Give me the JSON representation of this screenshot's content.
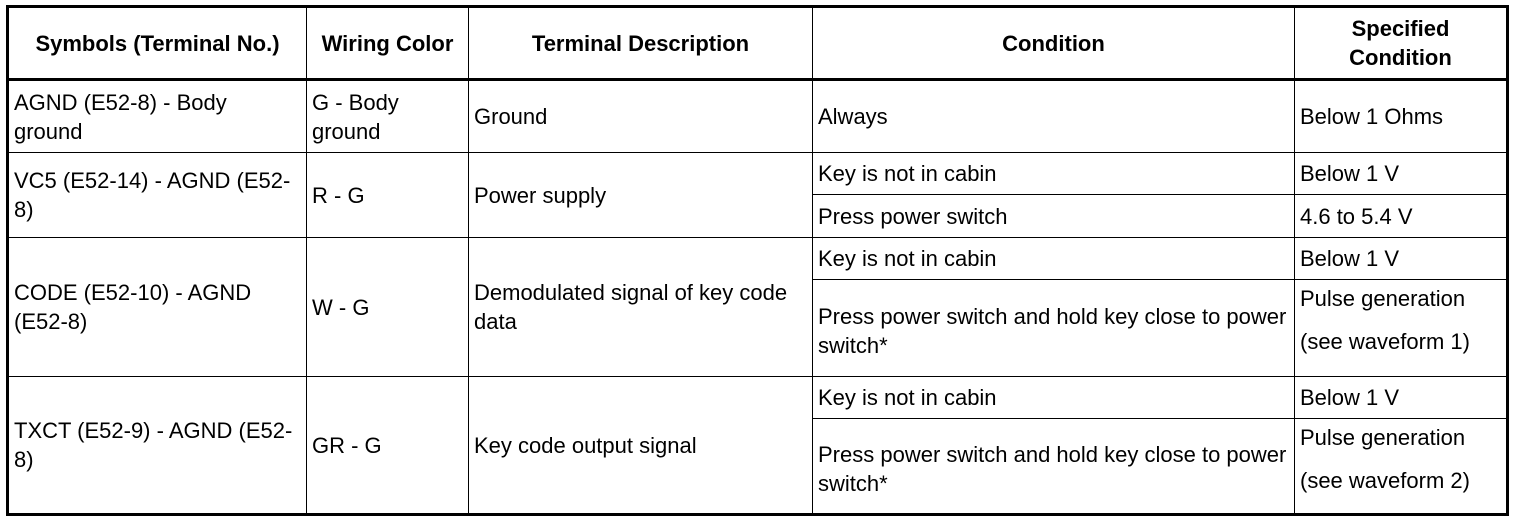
{
  "headers": {
    "symbols": "Symbols (Terminal No.)",
    "wiring": "Wiring Color",
    "description": "Terminal Description",
    "condition": "Condition",
    "specified_line1": "Specified",
    "specified_line2": "Condition"
  },
  "rows": [
    {
      "symbol": "AGND (E52-8) - Body ground",
      "wiring": "G - Body ground",
      "description": "Ground",
      "conditions": [
        {
          "condition": "Always",
          "specified": "Below 1 Ohms"
        }
      ]
    },
    {
      "symbol": "VC5 (E52-14) - AGND (E52-8)",
      "wiring": "R - G",
      "description": "Power supply",
      "conditions": [
        {
          "condition": "Key is not in cabin",
          "specified": "Below 1 V"
        },
        {
          "condition": "Press power switch",
          "specified": "4.6 to 5.4 V"
        }
      ]
    },
    {
      "symbol": "CODE (E52-10) - AGND (E52-8)",
      "wiring": "W - G",
      "description": "Demodulated signal of key code data",
      "conditions": [
        {
          "condition": "Key is not in cabin",
          "specified": "Below 1 V"
        },
        {
          "condition": "Press power switch and hold key close to power switch*",
          "specified": "Pulse generation",
          "note": "(see waveform 1)"
        }
      ]
    },
    {
      "symbol": "TXCT (E52-9) - AGND (E52-8)",
      "wiring": "GR - G",
      "description": "Key code output signal",
      "conditions": [
        {
          "condition": "Key is not in cabin",
          "specified": "Below 1 V"
        },
        {
          "condition": "Press power switch and hold key close to power switch*",
          "specified": "Pulse generation",
          "note": "(see waveform 2)"
        }
      ]
    }
  ]
}
